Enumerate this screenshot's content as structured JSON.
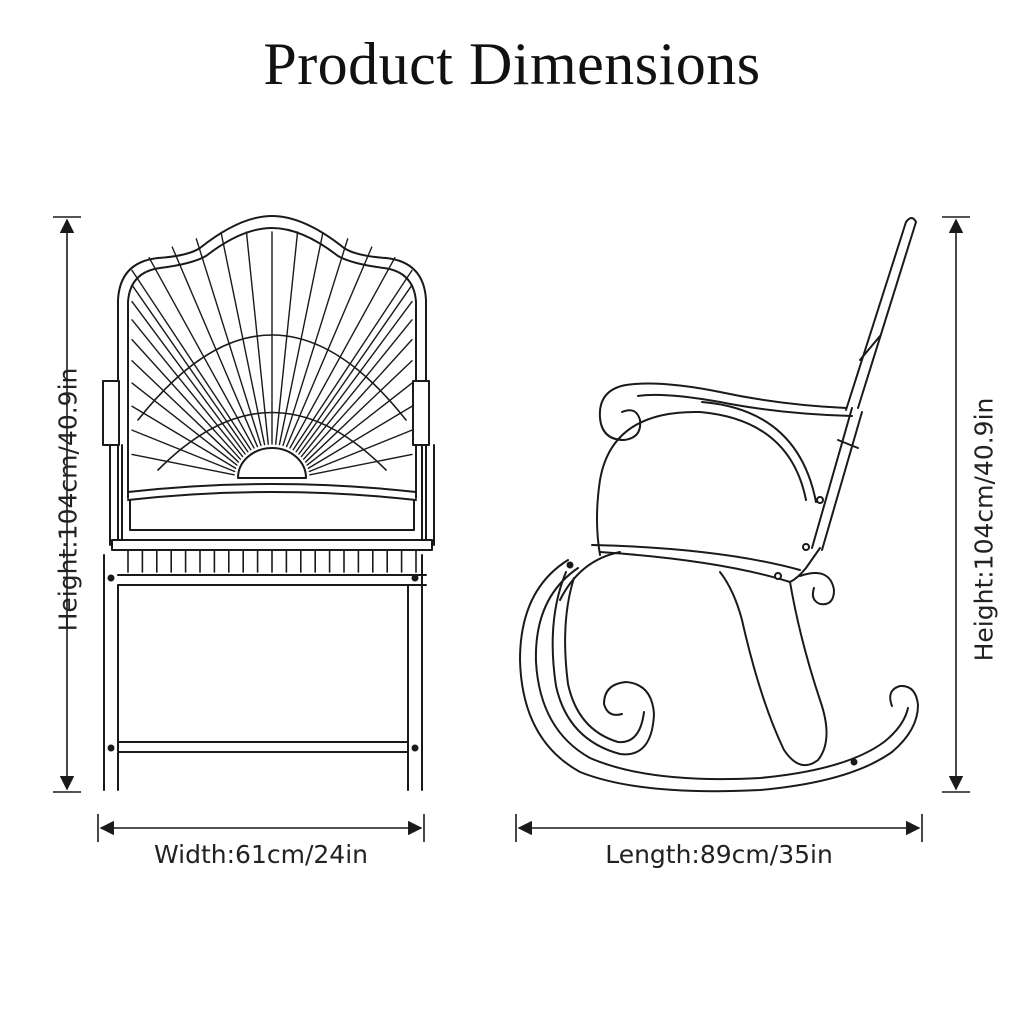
{
  "title": "Product Dimensions",
  "front_view": {
    "height_label": "Height:104cm/40.9in",
    "width_label": "Width:61cm/24in"
  },
  "side_view": {
    "height_label": "Height:104cm/40.9in",
    "length_label": "Length:89cm/35in"
  },
  "colors": {
    "line": "#1a1a1a",
    "background": "#ffffff"
  }
}
